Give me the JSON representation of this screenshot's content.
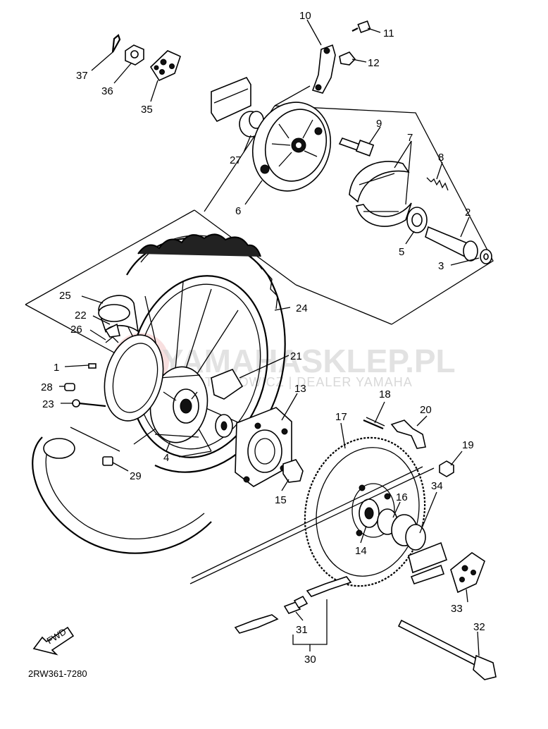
{
  "watermark": {
    "main": "YAMAHASKLEP.PL",
    "sub": "MOTO-NOWICZ | DEALER YAMAHA"
  },
  "diagram_code": "2RW361-7280",
  "fwd_label": "FWD",
  "callouts": {
    "c1": "1",
    "c2": "2",
    "c3": "3",
    "c4": "4",
    "c5": "5",
    "c6": "6",
    "c7": "7",
    "c8": "8",
    "c9": "9",
    "c10": "10",
    "c11": "11",
    "c12": "12",
    "c13": "13",
    "c14": "14",
    "c15": "15",
    "c16": "16",
    "c17": "17",
    "c18": "18",
    "c19": "19",
    "c20": "20",
    "c21": "21",
    "c22": "22",
    "c23": "23",
    "c24": "24",
    "c25": "25",
    "c26": "26",
    "c27": "27",
    "c28": "28",
    "c29": "29",
    "c30": "30",
    "c31": "31",
    "c32": "32",
    "c33": "33",
    "c34": "34",
    "c35": "35",
    "c36": "36",
    "c37": "37"
  }
}
